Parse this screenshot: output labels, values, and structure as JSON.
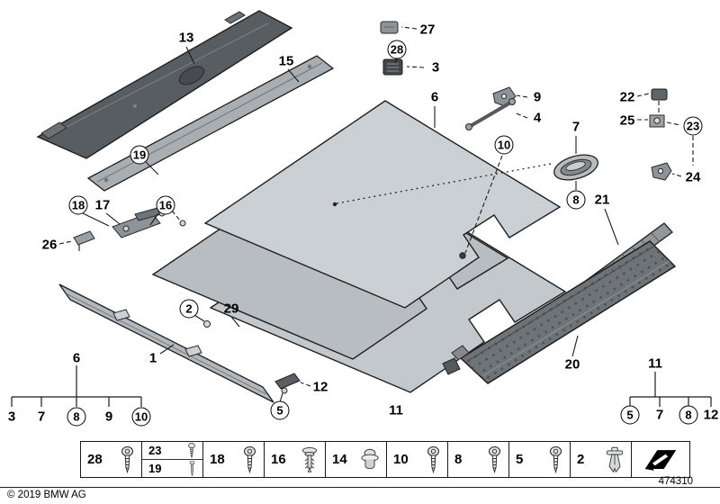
{
  "callouts": {
    "c1": "1",
    "c2": "2",
    "c3": "3",
    "c4": "4",
    "c5": "5",
    "c6": "6",
    "c7": "7",
    "c8": "8",
    "c9": "9",
    "c10": "10",
    "c11": "11",
    "c12": "12",
    "c13": "13",
    "c15": "15",
    "c16": "16",
    "c17": "17",
    "c18": "18",
    "c19": "19",
    "c20": "20",
    "c21": "21",
    "c22": "22",
    "c23": "23",
    "c24": "24",
    "c25": "25",
    "c26": "26",
    "c27": "27",
    "c28": "28",
    "c29": "29"
  },
  "legend_left": {
    "root": "6",
    "items": [
      "3",
      "7",
      "8",
      "9",
      "10"
    ]
  },
  "legend_right": {
    "root": "11",
    "items": [
      "5",
      "7",
      "8",
      "12"
    ]
  },
  "fastener_strip": {
    "cells": [
      {
        "number": "28",
        "icon": "pan-head-screw"
      },
      {
        "number": "23",
        "icon": "pan-head-screw"
      },
      {
        "number": "19",
        "icon": "long-screw"
      },
      {
        "number": "18",
        "icon": "pan-head-screw"
      },
      {
        "number": "16",
        "icon": "expansion-clip"
      },
      {
        "number": "14",
        "icon": "grommet"
      },
      {
        "number": "10",
        "icon": "pan-head-screw"
      },
      {
        "number": "8",
        "icon": "pan-head-screw"
      },
      {
        "number": "5",
        "icon": "pan-head-screw"
      },
      {
        "number": "2",
        "icon": "expanding-rivet"
      },
      {
        "number": "",
        "icon": "fold-arrow"
      }
    ]
  },
  "footer": {
    "copyright": "© 2019 BMW AG",
    "diagram_number": "474310"
  },
  "colors": {
    "panel_light": "#cbd0d4",
    "panel_mid": "#b8bdc2",
    "panel_dark": "#585d62",
    "sill_mat": "#6e7378"
  }
}
